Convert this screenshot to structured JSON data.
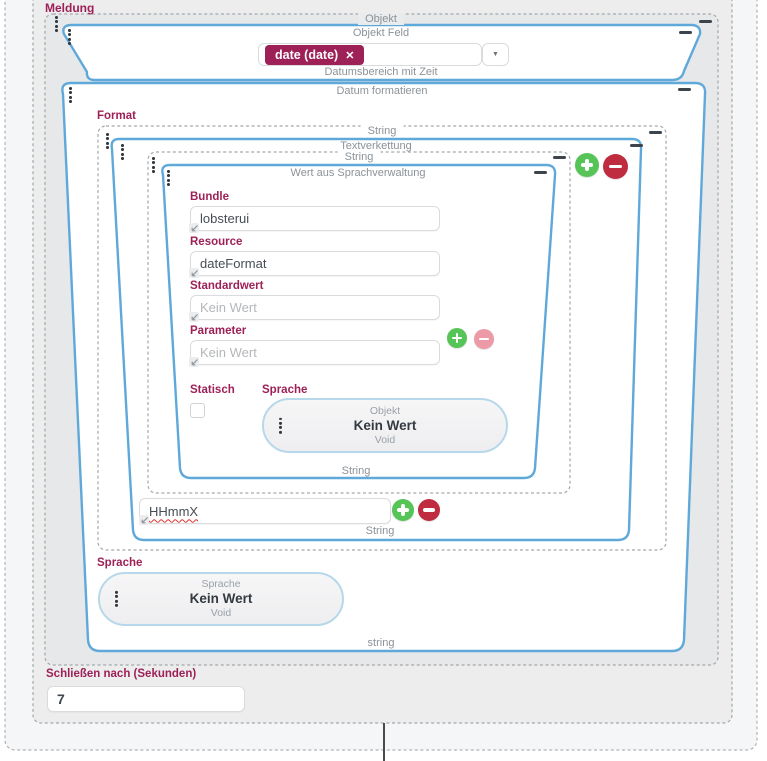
{
  "colors": {
    "accent_maroon": "#9d2057",
    "box_blue": "#5fa9da",
    "add_green": "#56c456",
    "remove_red": "#bf2b3f",
    "remove_red_disabled": "#ec9aa7"
  },
  "icons": {
    "chevron_down": "▼",
    "chip_close": "✕"
  },
  "meldung": {
    "label": "Meldung",
    "objekt_group": {
      "title": "Objekt",
      "objekt_feld": {
        "title": "Objekt Feld",
        "chip": "date (date)",
        "type_caption": "Datumsbereich mit Zeit"
      },
      "datum_formatieren": {
        "title": "Datum formatieren",
        "format": {
          "label": "Format",
          "string_group": {
            "title": "String",
            "textverkettung": {
              "title": "Textverkettung",
              "inner_string_group": {
                "title": "String",
                "sprachverwaltung": {
                  "title": "Wert aus Sprachverwaltung",
                  "bundle": {
                    "label": "Bundle",
                    "value": "lobsterui"
                  },
                  "resource": {
                    "label": "Resource",
                    "value": "dateFormat"
                  },
                  "standardwert": {
                    "label": "Standardwert",
                    "placeholder": "Kein Wert"
                  },
                  "parameter": {
                    "label": "Parameter",
                    "placeholder": "Kein Wert"
                  },
                  "statisch": {
                    "label": "Statisch"
                  },
                  "sprache": {
                    "label": "Sprache",
                    "pill": {
                      "type": "Objekt",
                      "value": "Kein Wert",
                      "subtype": "Void"
                    }
                  },
                  "type_caption": "String"
                }
              },
              "format_value": "HHmmX",
              "type_caption": "String"
            }
          },
          "sprache": {
            "label": "Sprache",
            "pill": {
              "type": "Sprache",
              "value": "Kein Wert",
              "subtype": "Void"
            }
          },
          "type_caption": "string"
        }
      }
    },
    "schliessen": {
      "label": "Schließen nach (Sekunden)",
      "value": "7"
    }
  }
}
